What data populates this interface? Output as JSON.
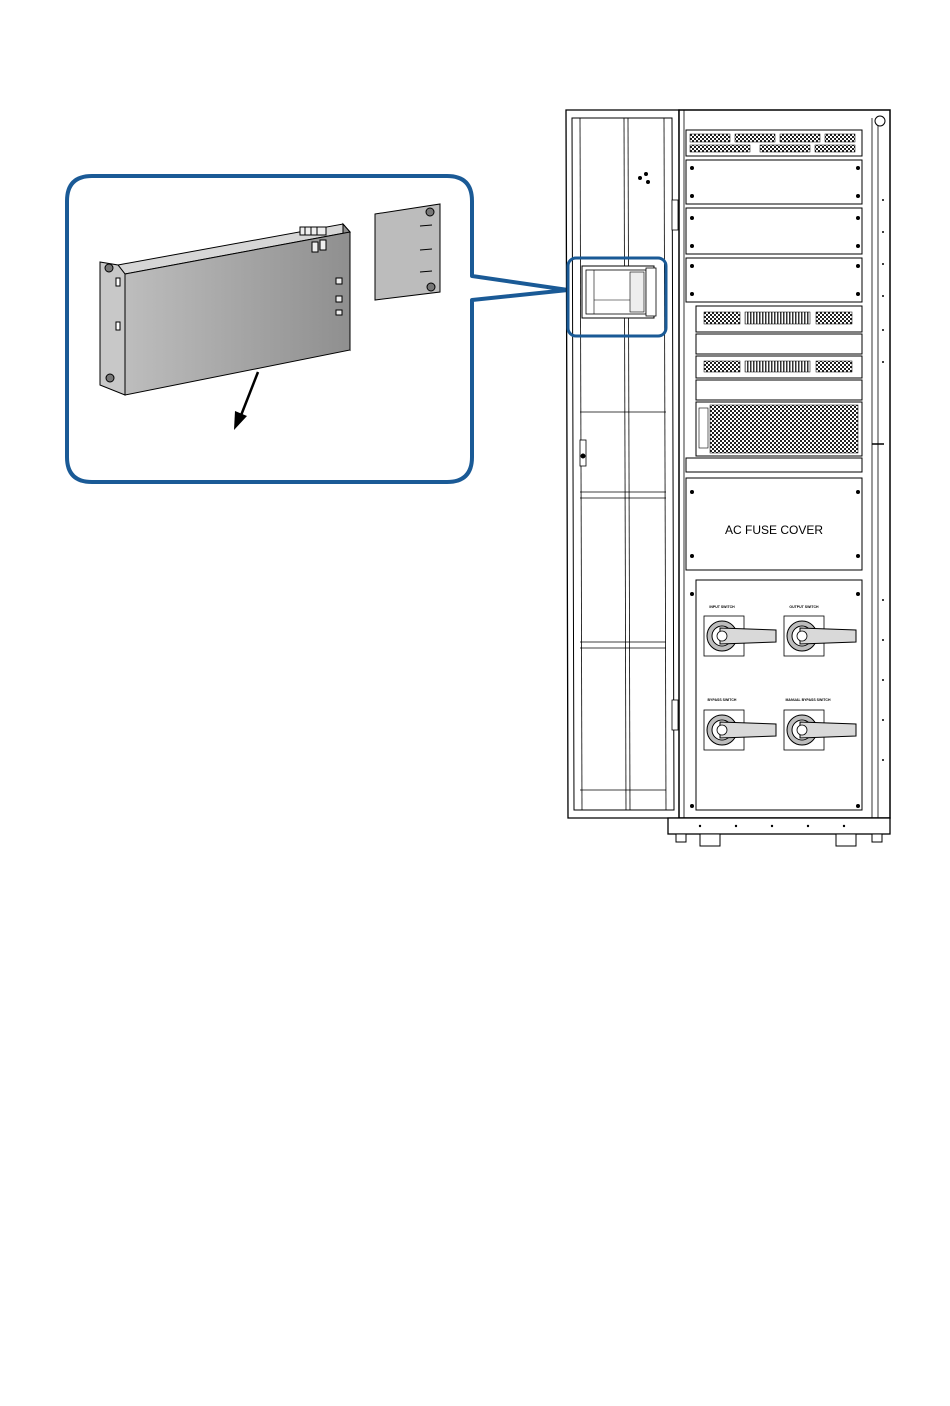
{
  "diagram": {
    "cabinet_label": "AC FUSE COVER",
    "switch_labels": {
      "input": "INPUT SWITCH",
      "output": "OUTPUT SWITCH",
      "bypass": "BYPASS SWITCH",
      "maintenance_bypass": "MANUAL BYPASS SWITCH"
    },
    "colors": {
      "callout_border": "#1a5a96",
      "line": "#000000",
      "module_fill": "#a8a8a8",
      "handle": "#d9d9d9"
    }
  }
}
